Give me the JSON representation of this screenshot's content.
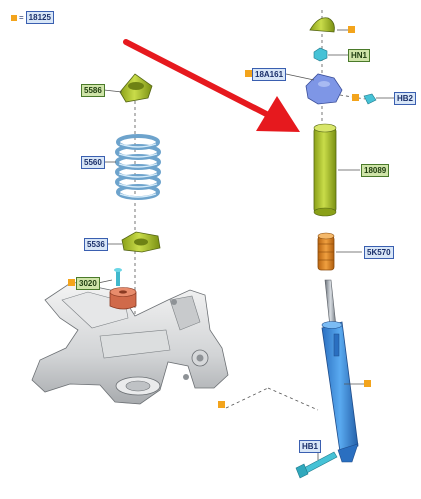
{
  "legend": {
    "equals": "=",
    "code": "18125",
    "marker_color": "#f3a41c"
  },
  "parts": {
    "top_mount_cap": {
      "label": ""
    },
    "hn1": {
      "label": "HN1"
    },
    "upper_mount": {
      "label": "18A161"
    },
    "hb2": {
      "label": "HB2"
    },
    "dust_boot": {
      "label": "18089"
    },
    "bump_stop": {
      "label": "5K570"
    },
    "shock_marker": {
      "label": ""
    },
    "hb1": {
      "label": "HB1"
    },
    "spring_upper_seat": {
      "label": "5586"
    },
    "coil_spring": {
      "label": "5560"
    },
    "spring_lower_seat": {
      "label": "5536"
    },
    "spacer": {
      "label": "3020"
    }
  },
  "colors": {
    "rubber_green": "#b8cc34",
    "spring_blue": "#a9cde8",
    "shock_blue": "#3c8fe0",
    "mount_blue": "#7e96e6",
    "bump_orange": "#e08a2a",
    "spacer_red": "#d06a4a",
    "arrow_red": "#e6191e",
    "fastener_teal": "#46c2d6",
    "marker_orange": "#f3a41c"
  }
}
